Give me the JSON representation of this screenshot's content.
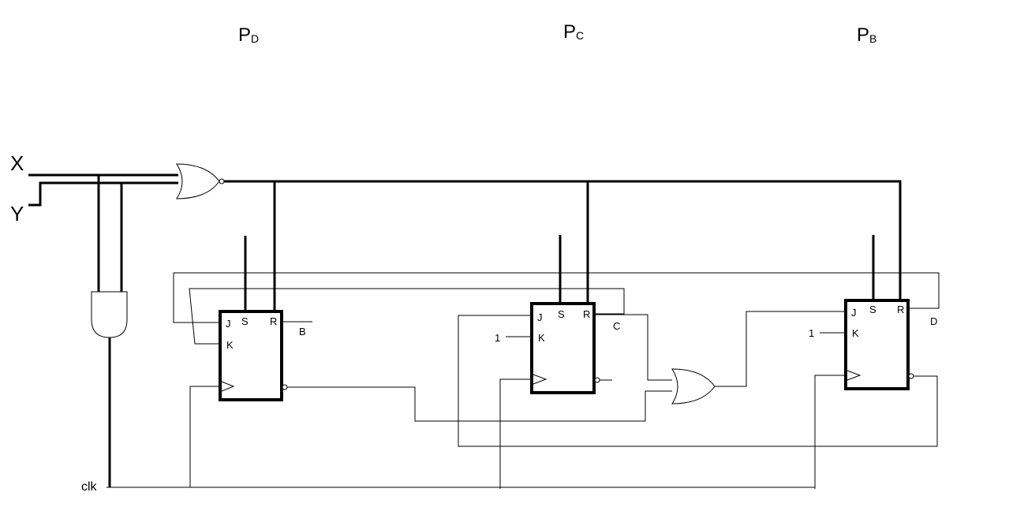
{
  "labels": {
    "pd": {
      "main": "P",
      "sub": "D"
    },
    "pc": {
      "main": "P",
      "sub": "C"
    },
    "pb": {
      "main": "P",
      "sub": "B"
    },
    "x": "X",
    "y": "Y",
    "clk": "clk"
  },
  "ff1": {
    "j": "J",
    "s": "S",
    "r": "R",
    "k": "K",
    "out": "B"
  },
  "ff2": {
    "j": "J",
    "s": "S",
    "r": "R",
    "k": "K",
    "k_const": "1",
    "out": "C"
  },
  "ff3": {
    "j": "J",
    "s": "S",
    "r": "R",
    "k": "K",
    "k_const": "1",
    "out": "D"
  }
}
